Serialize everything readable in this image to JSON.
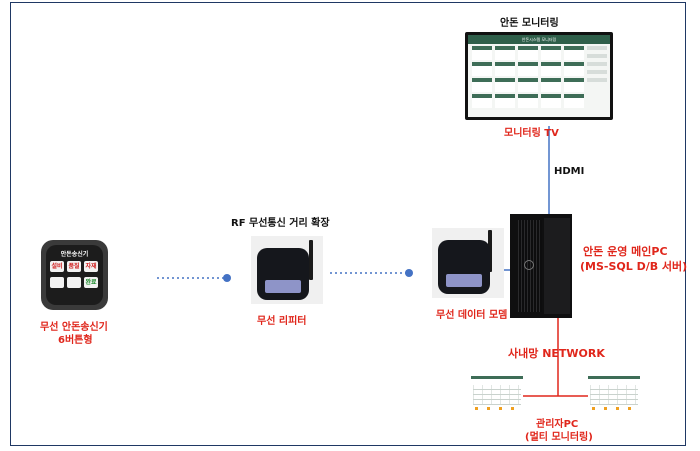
{
  "labels": {
    "monitoring_title": "안돈 모니터링",
    "monitoring_tv": "모니터링 TV",
    "hdmi": "HDMI",
    "rf_extension": "RF  무선통신 거리 확장",
    "main_pc_line1": "안돈 운영 메인PC",
    "main_pc_line2": "(MS-SQL D/B 서버)",
    "wireless_repeater": "무선 리피터",
    "wireless_modem": "무선 데이터 모뎀",
    "transmitter_line1": "무선 안돈송신기",
    "transmitter_line2": "6버튼형",
    "network": "사내망 NETWORK",
    "admin_pc_line1": "관리자PC",
    "admin_pc_line2": "(멀티 모니터링)"
  },
  "transmitter": {
    "title": "안돈송신기",
    "buttons": [
      "설비",
      "품질",
      "자재",
      "",
      "",
      "완료"
    ]
  },
  "tv_screen": {
    "header": "안돈시스템 모니터링"
  },
  "colors": {
    "label_red": "#e0261b",
    "connector_blue": "#4472c4",
    "frame": "#1f3864",
    "network_line": "#e0261b"
  }
}
